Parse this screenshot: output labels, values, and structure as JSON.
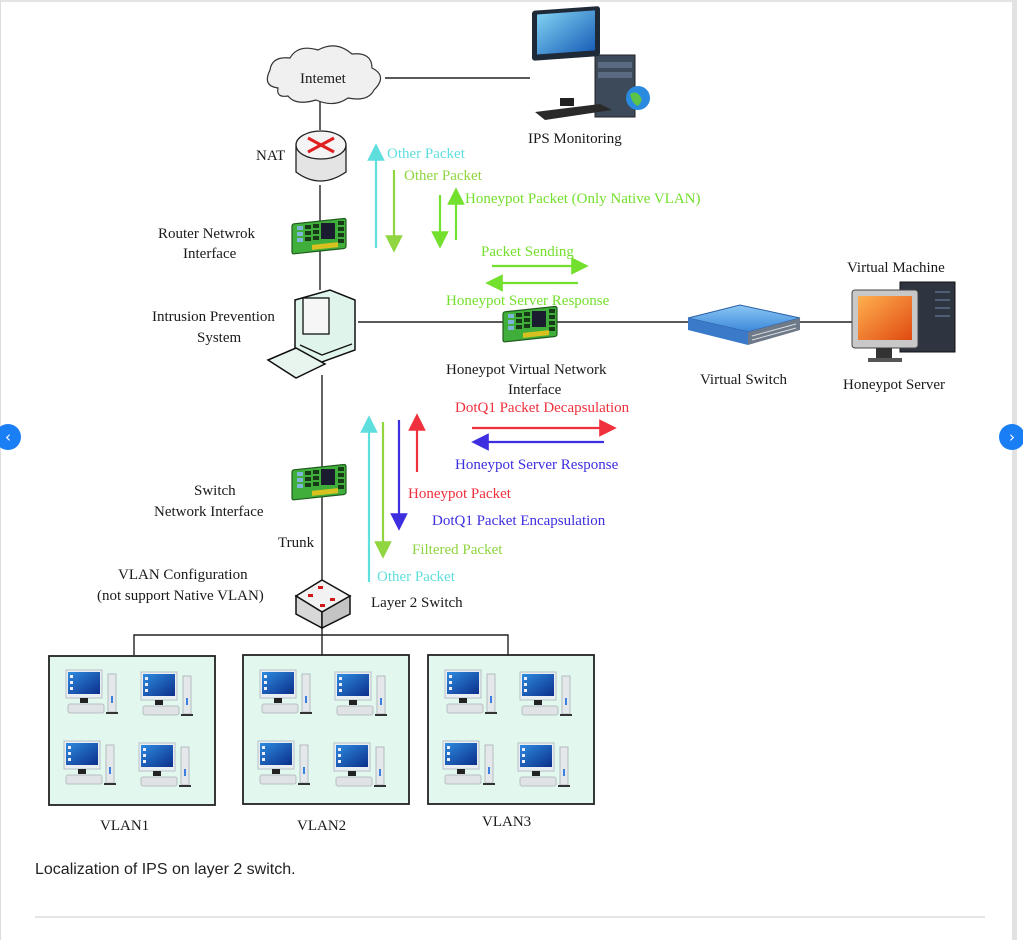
{
  "figure": {
    "caption": "Localization of IPS on layer 2 switch.",
    "nodes": {
      "internet": "Intemet",
      "ips_monitoring": "IPS Monitoring",
      "nat": "NAT",
      "router_interface_1": "Router Netwrok",
      "router_interface_2": "Interface",
      "ips_1": "Intrusion Prevention",
      "ips_2": "System",
      "honeypot_vni_1": "Honeypot Virtual Network",
      "honeypot_vni_2": "Interface",
      "virtual_switch": "Virtual Switch",
      "virtual_machine": "Virtual Machine",
      "honeypot_server": "Honeypot Server",
      "switch_interface_1": "Switch",
      "switch_interface_2": "Network Interface",
      "trunk": "Trunk",
      "vlan_config_1": "VLAN Configuration",
      "vlan_config_2": "(not support Native VLAN)",
      "layer2_switch": "Layer 2 Switch"
    },
    "vlans": [
      {
        "label": "VLAN1",
        "hosts": 4
      },
      {
        "label": "VLAN2",
        "hosts": 4
      },
      {
        "label": "VLAN3",
        "hosts": 4
      }
    ],
    "flows": {
      "upper": [
        {
          "label": "Other Packet",
          "color": "#5fdede",
          "direction": "up"
        },
        {
          "label": "Other Packet",
          "color": "#8fd640",
          "direction": "down"
        },
        {
          "label": "Honeypot Packet (Only Native VLAN)",
          "color": "#74e02e",
          "direction": "up-down"
        },
        {
          "label": "Packet Sending",
          "color": "#74e02e",
          "direction": "right"
        },
        {
          "label": "Honeypot Server Response",
          "color": "#74e02e",
          "direction": "left"
        }
      ],
      "lower": [
        {
          "label": "DotQ1 Packet Decapsulation",
          "color": "#f0303c",
          "direction": "right"
        },
        {
          "label": "Honeypot Server Response",
          "color": "#3d2ee0",
          "direction": "left"
        },
        {
          "label": "Honeypot Packet",
          "color": "#f0303c",
          "direction": "up"
        },
        {
          "label": "DotQ1 Packet Encapsulation",
          "color": "#3d2ee0",
          "direction": "down"
        },
        {
          "label": "Filtered Packet",
          "color": "#8fd640",
          "direction": "down"
        },
        {
          "label": "Other Packet",
          "color": "#5fdede",
          "direction": "up"
        }
      ]
    }
  },
  "navigation": {
    "prev_icon": "‹",
    "next_icon": "›"
  }
}
